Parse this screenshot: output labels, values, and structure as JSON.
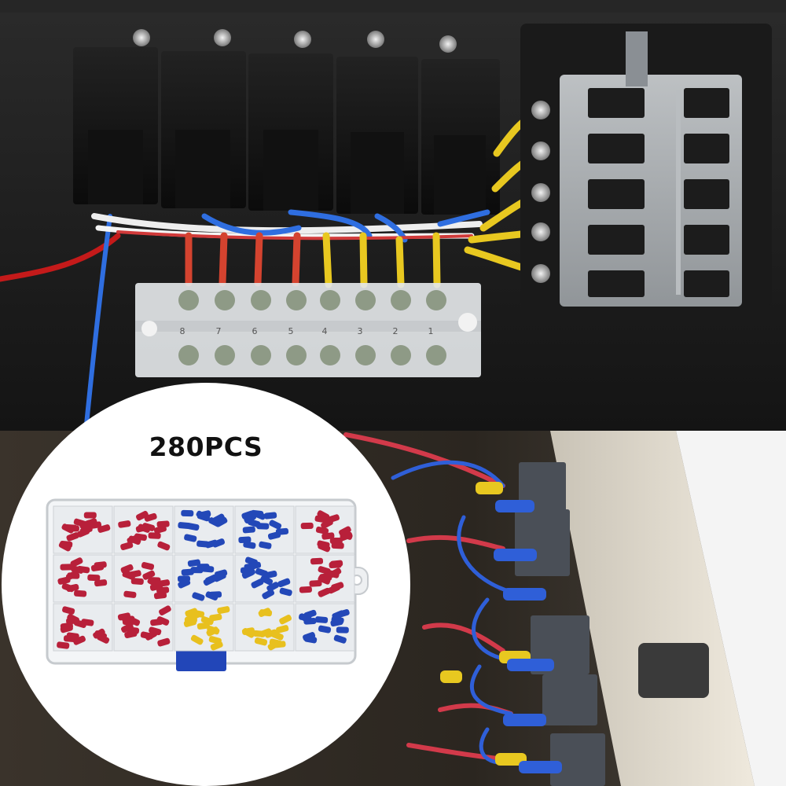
{
  "callout": {
    "piece_count": "280PCS"
  },
  "terminal_block": {
    "positions": [
      "8",
      "7",
      "6",
      "5",
      "4",
      "3",
      "2",
      "1"
    ]
  },
  "colors": {
    "red_terminal": "#b8203a",
    "blue_terminal": "#2348b8",
    "yellow_terminal": "#e8c01e",
    "mounting_board": "#1e1e1e",
    "callout_background": "#ffffff"
  }
}
